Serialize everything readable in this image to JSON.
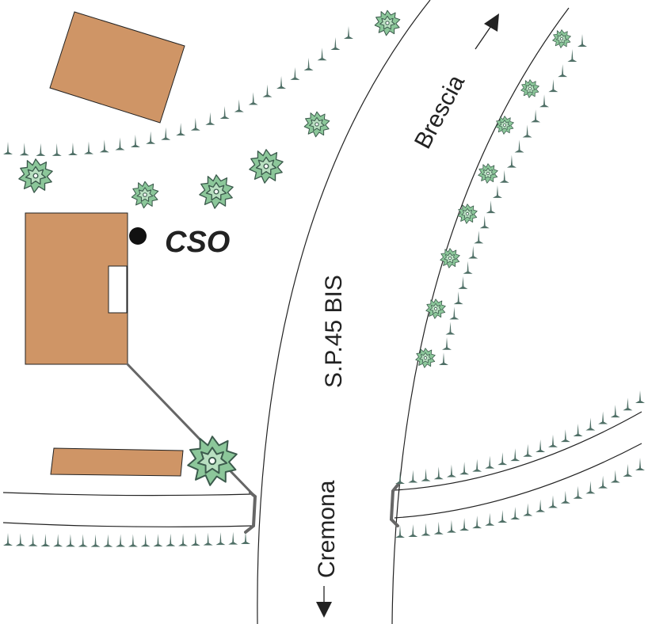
{
  "map": {
    "road_name": "S.P.45 BIS",
    "direction_north": "Brescia",
    "direction_south": "Cremona",
    "site_label": "CSO"
  },
  "colors": {
    "building": "#cf9566",
    "vegetation_dark": "#4f6f66",
    "tree_fill": "#8cc79a",
    "tree_outline": "#3b5a4c",
    "line": "#222222",
    "pipe": "#666666"
  }
}
